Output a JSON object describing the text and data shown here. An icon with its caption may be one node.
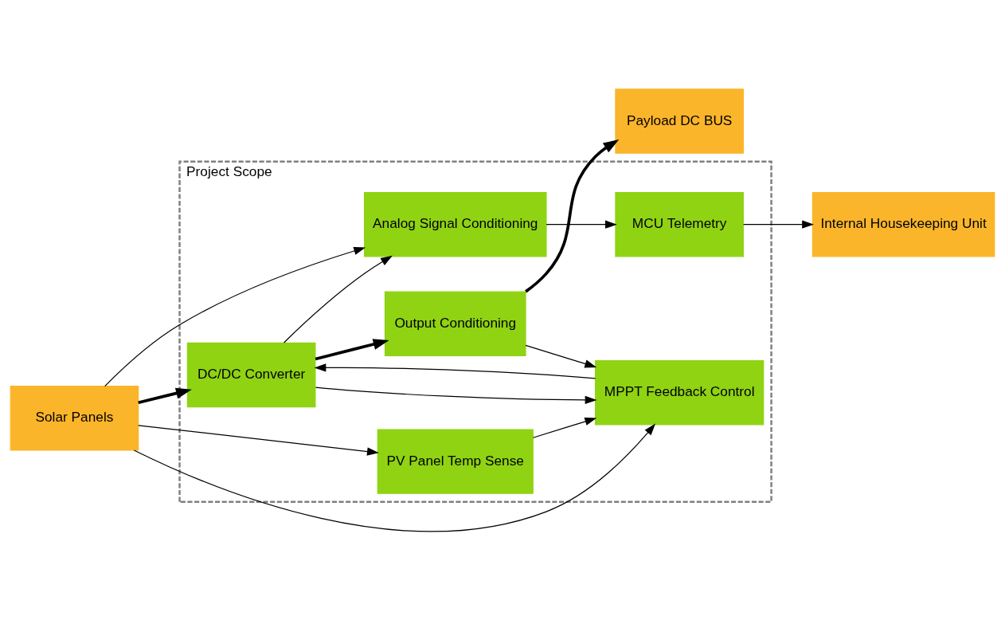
{
  "diagram": {
    "nodes": [
      {
        "text": [
          "Project Scope"
        ]
      },
      {
        "text": [
          "MCU Telemetry"
        ],
        "in": 0
      },
      {
        "text": [
          "Analog Signal Conditioning"
        ],
        "in": 0
      },
      {
        "text": [
          "DC/DC Converter"
        ],
        "in": 0
      },
      {
        "text": [
          "Output Conditioning"
        ],
        "in": 0
      },
      {
        "text": [
          "PV Panel Temp Sense"
        ],
        "in": 0
      },
      {
        "text": [
          "MPPT Feedback Control"
        ],
        "in": 0
      },
      {
        "text": [
          "Solar Panels"
        ]
      },
      {
        "text": [
          "Internal Housekeeping Unit"
        ]
      },
      {
        "text": [
          "Payload DC BUS"
        ]
      }
    ],
    "edges": [
      {
        "from": 7,
        "to": 3,
        "arrow": "to",
        "style": "thick"
      },
      {
        "from": 7,
        "to": 2,
        "arrow": "to"
      },
      {
        "from": 7,
        "to": 6,
        "arrow": "to"
      },
      {
        "from": 7,
        "to": 5,
        "arrow": "to"
      },
      {
        "from": 5,
        "to": 6,
        "arrow": "to"
      },
      {
        "from": 6,
        "to": 3,
        "arrow": "to"
      },
      {
        "from": 2,
        "to": 1,
        "arrow": "to"
      },
      {
        "from": 1,
        "to": 8,
        "arrow": "to"
      },
      {
        "from": 3,
        "to": 4,
        "arrow": "to",
        "style": "thick"
      },
      {
        "from": 3,
        "to": 2,
        "arrow": "to"
      },
      {
        "from": 3,
        "to": 6,
        "arrow": "to"
      },
      {
        "from": 4,
        "to": 6,
        "arrow": "to"
      },
      {
        "from": 4,
        "to": 9,
        "arrow": "to",
        "style": "thick"
      }
    ]
  }
}
